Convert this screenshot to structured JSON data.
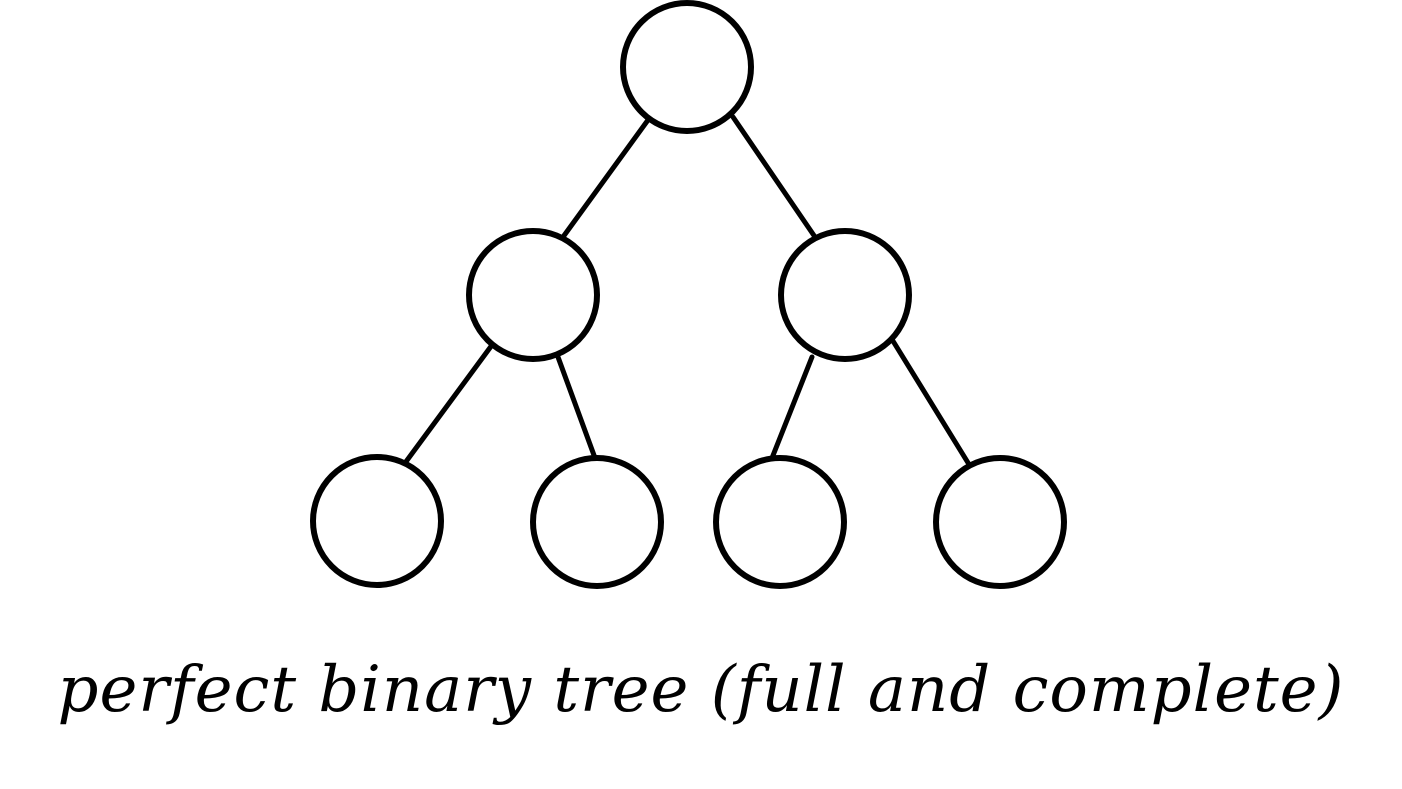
{
  "diagram": {
    "type": "binary-tree",
    "caption": "perfect binary tree (full and complete)",
    "levels": 3,
    "node_count": 7,
    "nodes": [
      {
        "id": "n1",
        "label": ""
      },
      {
        "id": "n2",
        "label": ""
      },
      {
        "id": "n3",
        "label": ""
      },
      {
        "id": "n4",
        "label": ""
      },
      {
        "id": "n5",
        "label": ""
      },
      {
        "id": "n6",
        "label": ""
      },
      {
        "id": "n7",
        "label": ""
      }
    ],
    "edges": [
      {
        "from": "n1",
        "to": "n2"
      },
      {
        "from": "n1",
        "to": "n3"
      },
      {
        "from": "n2",
        "to": "n4"
      },
      {
        "from": "n2",
        "to": "n5"
      },
      {
        "from": "n3",
        "to": "n6"
      },
      {
        "from": "n3",
        "to": "n7"
      }
    ],
    "colors": {
      "stroke": "#000000",
      "background": "#ffffff"
    }
  }
}
